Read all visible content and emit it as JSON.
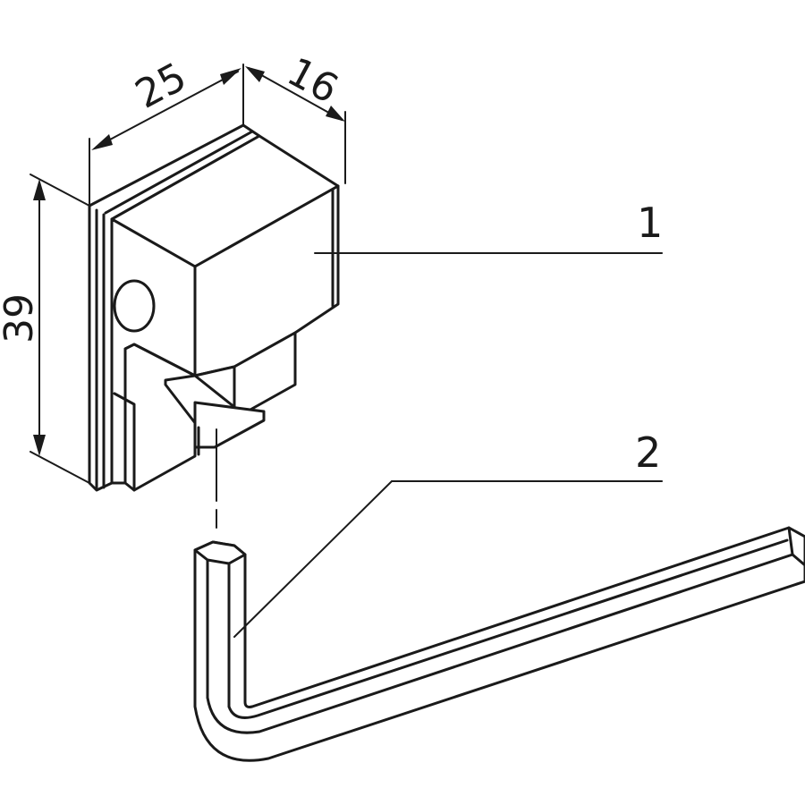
{
  "dimensions": {
    "width": "25",
    "depth": "16",
    "height": "39"
  },
  "callouts": {
    "item1": "1",
    "item2": "2"
  },
  "colors": {
    "line": "#1a1a1a",
    "background": "#ffffff"
  }
}
